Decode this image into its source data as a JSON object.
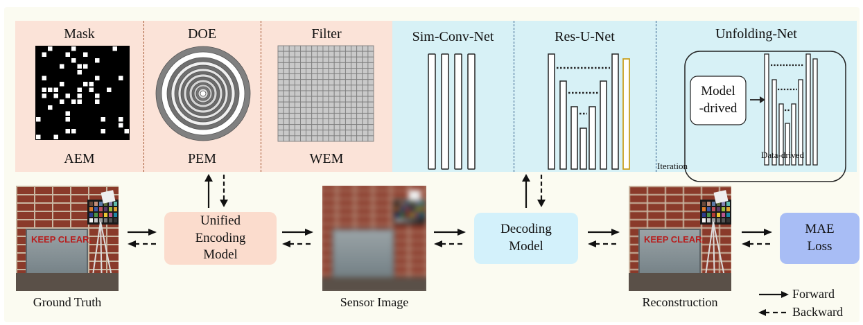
{
  "encoding": {
    "mask": {
      "title": "Mask",
      "caption": "AEM"
    },
    "doe": {
      "title": "DOE",
      "caption": "PEM"
    },
    "filter": {
      "title": "Filter",
      "caption": "WEM"
    }
  },
  "decoding": {
    "sim_conv": {
      "title": "Sim-Conv-Net"
    },
    "res_u": {
      "title": "Res-U-Net"
    },
    "unfolding": {
      "title": "Unfolding-Net",
      "model_driven": "Model\n-drived",
      "data_driven": "Data-drived",
      "iteration": "Iteration"
    }
  },
  "flow": {
    "ground_truth": "Ground Truth",
    "encoding_model": "Unified\nEncoding\nModel",
    "sensor_image": "Sensor Image",
    "decoding_model": "Decoding\nModel",
    "reconstruction": "Reconstruction",
    "loss": "MAE\nLoss"
  },
  "legend": {
    "forward": "Forward",
    "backward": "Backward"
  },
  "photo_text": "KEEP CLEAR.",
  "colors": {
    "encoding_bg": "#fbe3d8",
    "decoding_bg": "#d7f1f6",
    "encoding_box": "#fbdccd",
    "decoding_box": "#d3f1fb",
    "loss_box": "#a8bdf5",
    "highlight_bar": "#c9a020"
  }
}
